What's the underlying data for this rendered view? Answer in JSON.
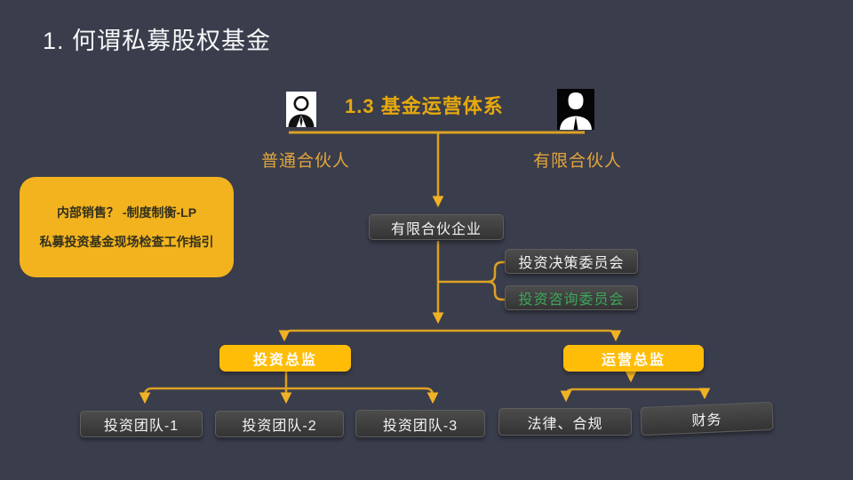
{
  "slide": {
    "title": "1. 何谓私募股权基金",
    "section_title": "1.3 基金运营体系",
    "background_color": "#3A3D4B",
    "accent_line_color": "#DCA125",
    "gold_text_color": "#E6A90E"
  },
  "partners": {
    "general_partner": "普通合伙人",
    "limited_partner": "有限合伙人"
  },
  "note": {
    "line1": "内部销售？ -制度制衡-LP",
    "line2": "私募投资基金现场检查工作指引",
    "fill_color": "#F2B31F"
  },
  "org": {
    "root": "有限合伙企业",
    "committees": [
      "投资决策委员会",
      "投资咨询委员会"
    ],
    "committee_highlight_color": "#3CA65A",
    "directors": [
      "投资总监",
      "运营总监"
    ],
    "director_box_color": "#FFBD08",
    "invest_teams": [
      "投资团队-1",
      "投资团队-2",
      "投资团队-3"
    ],
    "ops_teams": [
      "法律、合规",
      "财务"
    ]
  },
  "icons": {
    "left": "person-outline-icon",
    "right": "person-solid-icon"
  }
}
